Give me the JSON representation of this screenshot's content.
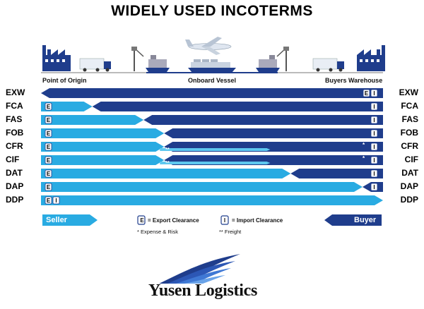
{
  "title": "WIDELY USED INCOTERMS",
  "locations": {
    "origin": "Point of Origin",
    "vessel": "Onboard Vessel",
    "destination": "Buyers Warehouse"
  },
  "terms": [
    {
      "code": "EXW",
      "seller_until": 0.0,
      "badges": "EI",
      "freight_stripe": false,
      "star": false
    },
    {
      "code": "FCA",
      "seller_until": 0.15,
      "badges": "E|I",
      "freight_stripe": false,
      "star": false
    },
    {
      "code": "FAS",
      "seller_until": 0.3,
      "badges": "E|I",
      "freight_stripe": false,
      "star": false
    },
    {
      "code": "FOB",
      "seller_until": 0.36,
      "badges": "E|I",
      "freight_stripe": false,
      "star": false
    },
    {
      "code": "CFR",
      "seller_until": 0.36,
      "badges": "E|I",
      "freight_stripe": true,
      "star": true
    },
    {
      "code": "CIF",
      "seller_until": 0.36,
      "badges": "E|I",
      "freight_stripe": true,
      "star": true
    },
    {
      "code": "DAT",
      "seller_until": 0.73,
      "badges": "E|I",
      "freight_stripe": false,
      "star": false
    },
    {
      "code": "DAP",
      "seller_until": 0.94,
      "badges": "E|I",
      "freight_stripe": false,
      "star": false
    },
    {
      "code": "DDP",
      "seller_until": 1.0,
      "badges": "EI",
      "freight_stripe": false,
      "star": false
    }
  ],
  "stripe_label": "**",
  "star_label": "*",
  "legend": {
    "seller": "Seller",
    "buyer": "Buyer",
    "export_badge": "E",
    "export_text": "= Export Clearance",
    "import_badge": "I",
    "import_text": "= Import Clearance",
    "note_expense": "* Expense & Risk",
    "note_freight": "** Freight"
  },
  "brand": "Yusen Logistics",
  "colors": {
    "seller": "#29abe2",
    "buyer": "#1f3d8c",
    "freight": "#5ec8ef",
    "vessel_line": "#1f3d8c"
  }
}
